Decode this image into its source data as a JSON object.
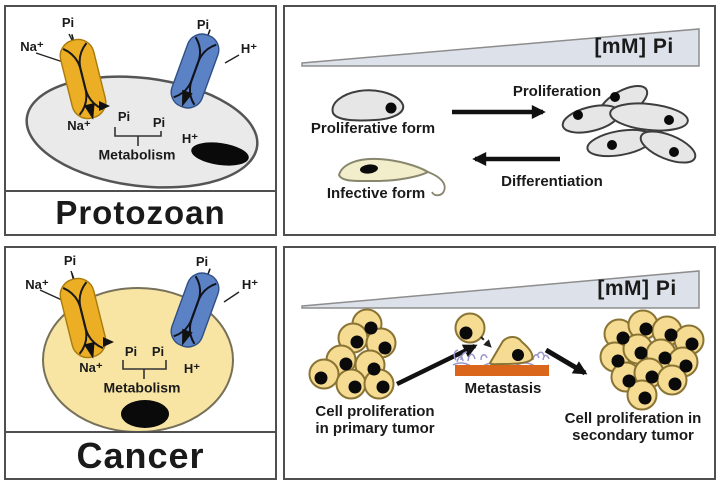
{
  "colors": {
    "panel_border": "#4f4f4f",
    "transporter_yellow": "#EBAE25",
    "transporter_yellow_dark": "#A87B0A",
    "transporter_blue": "#5B82C4",
    "transporter_blue_dark": "#2F4F86",
    "protozoan_cell_fill": "#EAEAEA",
    "cell_outline": "#4A4A4A",
    "cancer_cell_fill": "#F8E5A4",
    "cancer_cell_outline": "#77715A",
    "gradient_wedge_fill": "#DDE1EA",
    "gradient_wedge_outline": "#8D8D8D",
    "tumor_cell_fill": "#F6DB92",
    "tumor_cell_outline": "#8A7434",
    "protozoa_gray_fill": "#E6E6E6",
    "infective_fill": "#F2EECB",
    "infective_outline": "#88866D",
    "matrix_orange": "#D9661A",
    "matrix_purple": "#9A96C9",
    "arrow_black": "#111111"
  },
  "protozoan": {
    "title": "Protozoan",
    "cell": {
      "pi_top_yellow": "Pi",
      "na_outside": "Na⁺",
      "na_inside": "Na⁺",
      "pi_top_blue": "Pi",
      "h_outside": "H⁺",
      "h_inside": "H⁺",
      "pi_internal_1": "Pi",
      "pi_internal_2": "Pi",
      "metabolism": "Metabolism"
    },
    "dynamics": {
      "gradient_label": "[mM] Pi",
      "proliferative_form": "Proliferative form",
      "infective_form": "Infective form",
      "proliferation": "Proliferation",
      "differentiation": "Differentiation"
    }
  },
  "cancer": {
    "title": "Cancer",
    "cell": {
      "pi_top_yellow": "Pi",
      "na_outside": "Na⁺",
      "na_inside": "Na⁺",
      "pi_top_blue": "Pi",
      "h_outside": "H⁺",
      "h_inside": "H⁺",
      "pi_internal_1": "Pi",
      "pi_internal_2": "Pi",
      "metabolism": "Metabolism"
    },
    "dynamics": {
      "gradient_label": "[mM] Pi",
      "primary_line1": "Cell proliferation",
      "primary_line2": "in primary tumor",
      "metastasis": "Metastasis",
      "secondary_line1": "Cell proliferation in",
      "secondary_line2": "secondary tumor"
    }
  }
}
